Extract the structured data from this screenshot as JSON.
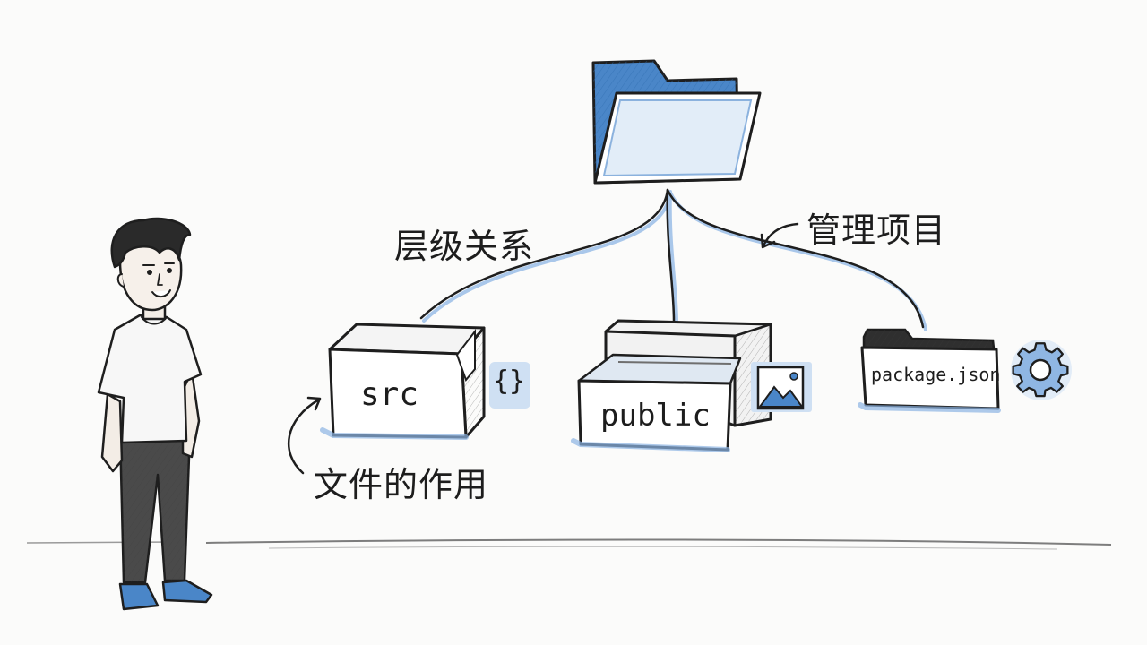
{
  "annotations": {
    "hierarchy": "层级关系",
    "manage_project": "管理项目",
    "file_role": "文件的作用"
  },
  "items": {
    "src": {
      "label": "src",
      "icon": "curly-braces-icon",
      "icon_text": "{}"
    },
    "public": {
      "label": "public",
      "icon": "image-icon"
    },
    "package": {
      "label": "package.json",
      "icon": "gear-icon"
    }
  },
  "root": {
    "icon": "open-folder-icon"
  },
  "colors": {
    "accent": "#4a86c8",
    "accent_light": "#cfe0f3",
    "ink": "#1e1e1e"
  }
}
